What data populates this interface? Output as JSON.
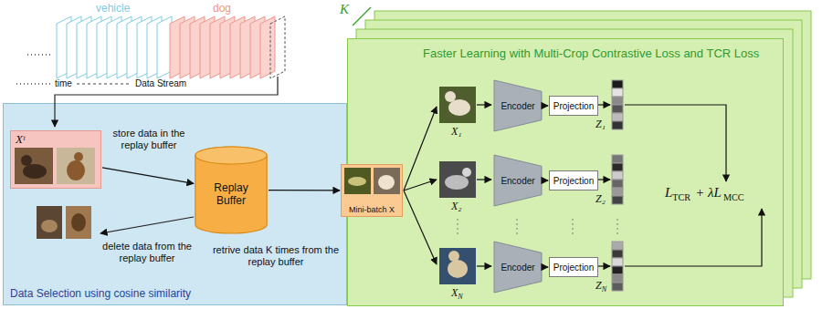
{
  "diagram": {
    "nodes": [
      {
        "text": [
          "Data Selection using cosine similarity"
        ]
      },
      {
        "text": [
          "Xᵗ"
        ],
        "in": 0
      },
      {
        "text": [
          "Replay Buffer"
        ],
        "in": 0
      },
      {
        "text": [
          "Faster Learning with Multi-Crop Contrastive Loss and TCR Loss"
        ]
      },
      {
        "text": [
          "Encoder"
        ],
        "in": 3
      },
      {
        "text": [
          "Projection"
        ],
        "in": 3
      },
      {
        "text": [
          "Encoder"
        ],
        "in": 3
      },
      {
        "text": [
          "Projection"
        ],
        "in": 3
      },
      {
        "text": [
          "Encoder"
        ],
        "in": 3
      },
      {
        "text": [
          "Projection"
        ],
        "in": 3
      },
      {
        "text": [
          "Mini-batch X"
        ]
      }
    ],
    "edges": [
      {
        "from": 1,
        "to": 2,
        "arrow": "to",
        "label": "store data in the replay buffer"
      },
      {
        "from": 2,
        "to": 10,
        "arrow": "to",
        "label": "retrive data K times from the replay buffer"
      },
      {
        "from": 4,
        "to": 5,
        "arrow": "to"
      },
      {
        "from": 6,
        "to": 7,
        "arrow": "to"
      },
      {
        "from": 8,
        "to": 9,
        "arrow": "to"
      }
    ],
    "labels": [
      "vehicle",
      "dog",
      "time",
      "Data Stream",
      "K",
      "X₁",
      "X₂",
      "X",
      "N",
      "Z₁",
      "Z₂",
      "Z",
      "N",
      "L",
      "TCR",
      "+ λL",
      "MCC",
      "delete data from the replay buffer"
    ]
  }
}
